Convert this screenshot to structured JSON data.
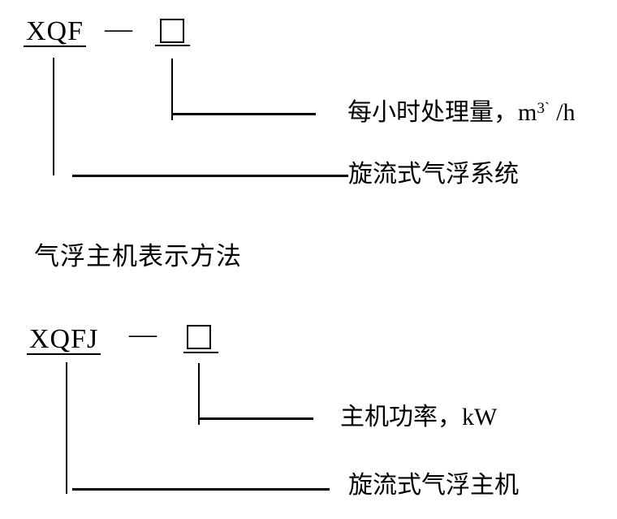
{
  "colors": {
    "ink": "#000000",
    "paper": "#ffffff"
  },
  "system_diagram": {
    "code": "XQF",
    "separator": "—",
    "capacity_label": "每小时处理量，",
    "capacity_unit_base": "m",
    "capacity_unit_sup": "3`",
    "capacity_unit_rest": "/h",
    "system_label": "旋流式气浮系统"
  },
  "host_heading": "气浮主机表示方法",
  "host_diagram": {
    "code": "XQFJ",
    "separator": "—",
    "power_label": "主机功率，kW",
    "host_label": "旋流式气浮主机"
  }
}
